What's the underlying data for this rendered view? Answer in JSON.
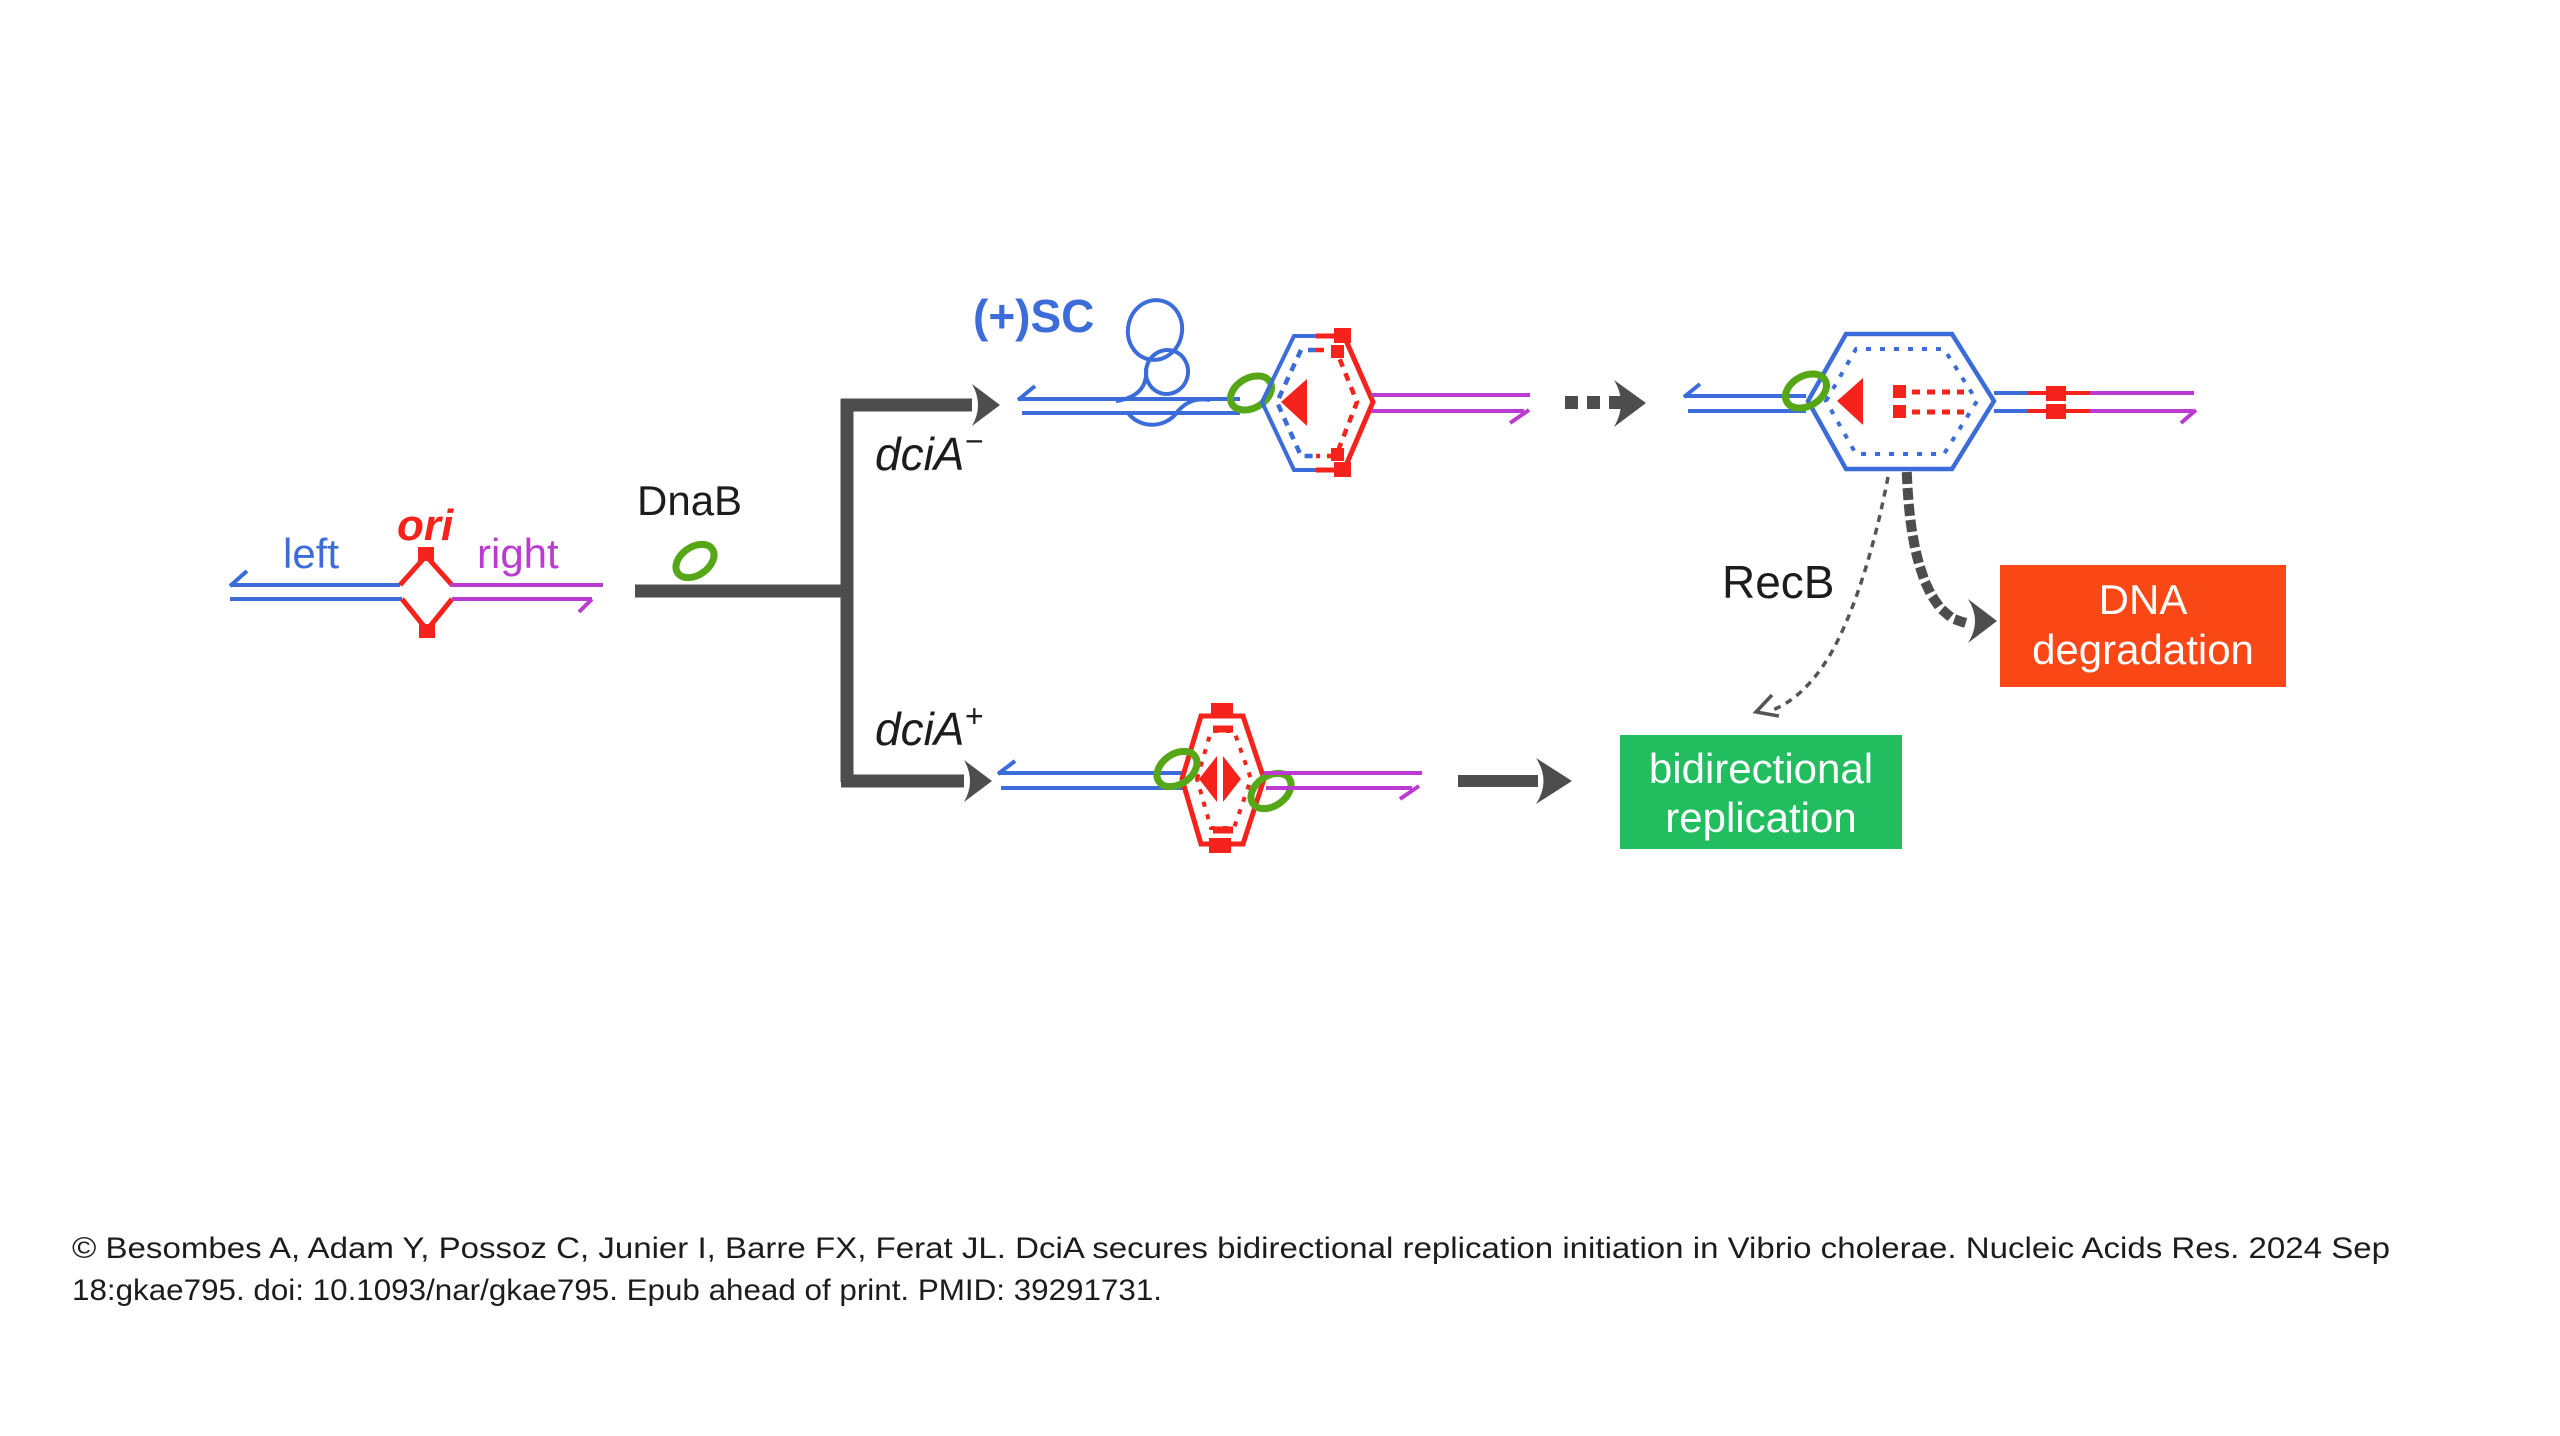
{
  "diagram": {
    "labels": {
      "left": "left",
      "ori": "ori",
      "right": "right",
      "dnab": "DnaB",
      "sc": "(+)SC",
      "dcia_minus_base": "dciA",
      "dcia_minus_sup": "−",
      "dcia_plus_base": "dciA",
      "dcia_plus_sup": "+",
      "recb": "RecB"
    },
    "boxes": {
      "degradation": {
        "line1": "DNA",
        "line2": "degradation",
        "color": "#fa4716"
      },
      "replication": {
        "line1": "bidirectional",
        "line2": "replication",
        "color": "#21bd5e"
      }
    },
    "colors": {
      "dna_blue": "#3b6cd9",
      "ori_red": "#f6221c",
      "right_magenta": "#bb3ad1",
      "helicase_green": "#55a718",
      "connector_dark": "#4d4d4d",
      "replication_green": "#21bd5e",
      "degradation_orange": "#fa4716"
    }
  },
  "citation": {
    "line1": "© Besombes A, Adam Y, Possoz C, Junier I, Barre FX, Ferat JL. DciA secures bidirectional replication initiation in Vibrio cholerae. Nucleic Acids Res. 2024 Sep",
    "line2": "18:gkae795. doi: 10.1093/nar/gkae795. Epub ahead of print. PMID: 39291731."
  }
}
